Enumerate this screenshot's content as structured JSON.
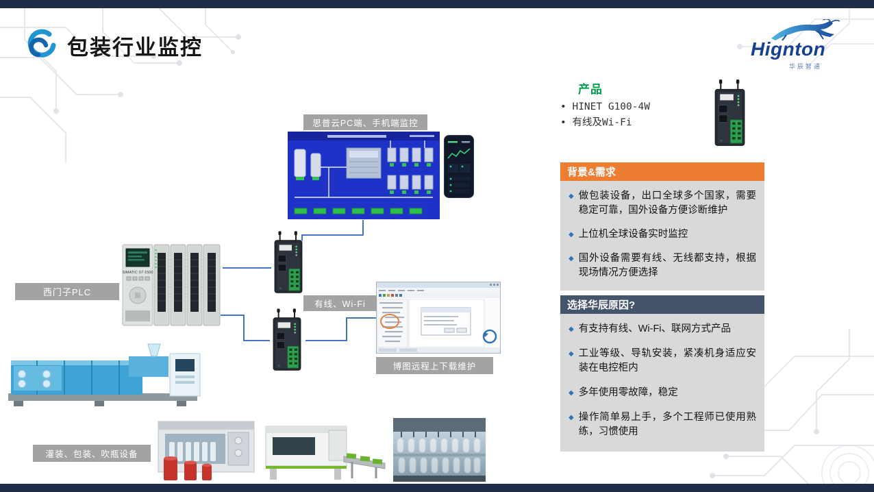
{
  "slide": {
    "title": "包装行业监控"
  },
  "brand": {
    "name": "Hignton",
    "subtitle": "华辰智通"
  },
  "diagram": {
    "labels": {
      "cloud_monitor": "思普云PC端、手机端监控",
      "plc": "西门子PLC",
      "link": "有线、Wi-Fi",
      "tia": "博图远程上下载维护",
      "equipment": "灌装、包装、吹瓶设备"
    },
    "plc_text": "SIMATIC S7-1500"
  },
  "product": {
    "heading": "产品",
    "items": [
      "HINET G100-4W",
      "有线及Wi-Fi"
    ]
  },
  "needs": {
    "title": "背景&需求",
    "bullets": [
      "做包装设备，出口全球多个国家，需要稳定可靠，国外设备方便诊断维护",
      "上位机全球设备实时监控",
      "国外设备需要有线、无线都支持，根据现场情况方便选择"
    ]
  },
  "reasons": {
    "title": "选择华辰原因?",
    "bullets": [
      "有支持有线、Wi-Fi、联网方式产品",
      "工业等级、导轨安装，紧凑机身适应安装在电控柜内",
      "多年使用零故障，稳定",
      "操作简单易上手，多个工程师已使用熟练，习惯使用"
    ]
  },
  "colors": {
    "accent_orange": "#ED7D31",
    "header_slate": "#44546A",
    "product_green": "#00A04A",
    "bullet_blue": "#2E75B6",
    "line_blue": "#4472C4",
    "bar_navy": "#212C47",
    "label_gray": "#969696",
    "panel_gray": "#D9D9D9"
  }
}
